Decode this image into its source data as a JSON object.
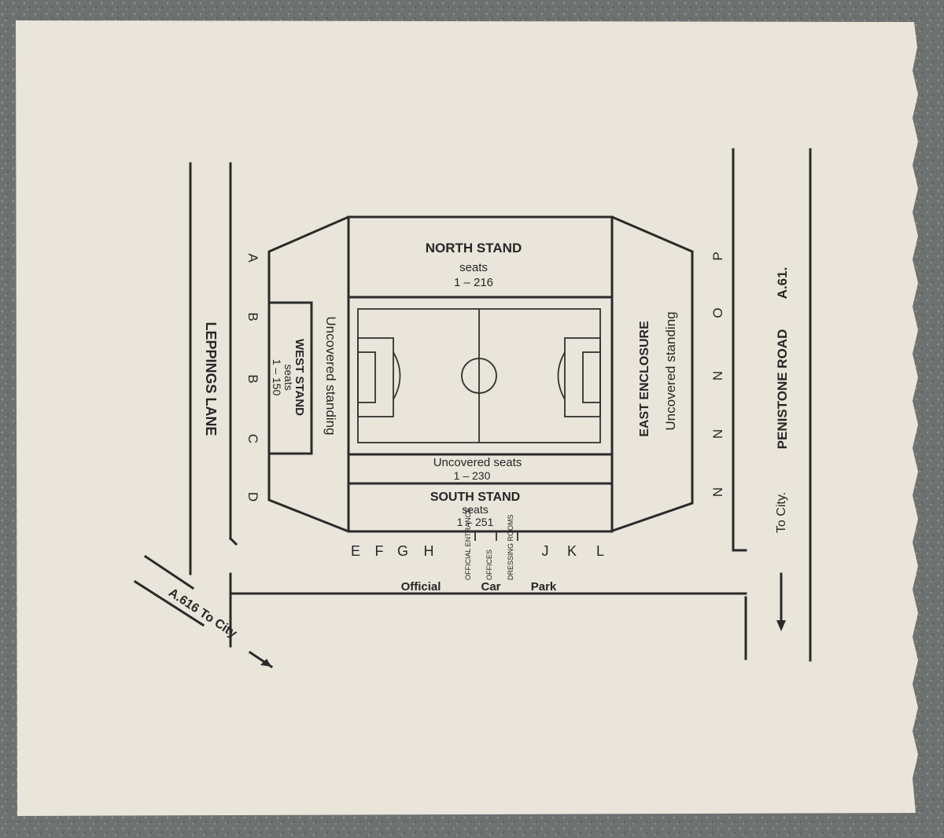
{
  "stands": {
    "north": {
      "name": "NORTH STAND",
      "seats_label": "seats",
      "range": "1 – 216"
    },
    "west": {
      "name": "WEST STAND",
      "seats_label": "seats",
      "range": "1 – 150"
    },
    "west_standing": "Uncovered standing",
    "east": {
      "name": "EAST ENCLOSURE",
      "sub": "Uncovered standing"
    },
    "uncovered": {
      "name": "Uncovered  seats",
      "range": "1 – 230"
    },
    "south": {
      "name": "SOUTH STAND",
      "seats_label": "seats",
      "range": "1 – 251"
    }
  },
  "gates": {
    "west": [
      "A",
      "B",
      "B",
      "C",
      "D"
    ],
    "east": [
      "P",
      "O",
      "N",
      "N",
      "N"
    ],
    "south_left": [
      "E",
      "F",
      "G",
      "H"
    ],
    "south_right": [
      "J",
      "K",
      "L"
    ]
  },
  "entrances": [
    "OFFICIAL ENTRANCE",
    "OFFICES",
    "DRESSING ROOMS"
  ],
  "roads": {
    "leppings": "LEPPINGS LANE",
    "penistone": "PENISTONE ROAD",
    "a61": "A.61.",
    "to_city_east": "To City.",
    "a616": "A.616  To City",
    "car_park": [
      "Official",
      "Car",
      "Park"
    ]
  },
  "colors": {
    "paper": "#e9e5da",
    "ink": "#2a2a2a",
    "background": "#6f7372"
  }
}
